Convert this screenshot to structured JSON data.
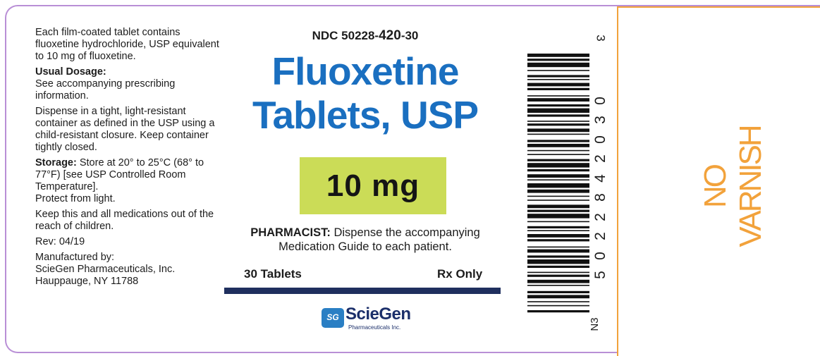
{
  "left_panel": {
    "composition": "Each film-coated tablet contains fluoxetine hydrochloride, USP equivalent to 10 mg of fluoxetine.",
    "dosage_heading": "Usual Dosage:",
    "dosage_text": "See accompanying prescribing information.",
    "dispense_text": "Dispense in a tight, light-resistant container as defined in the USP using a child-resistant closure. Keep container tightly closed.",
    "storage_heading": "Storage:",
    "storage_text": "Store at 20° to 25°C (68° to 77°F) [see USP Controlled Room Temperature].",
    "protect_text": "Protect from light.",
    "children_text": "Keep this and all medications out of the reach of children.",
    "rev": "Rev: 04/19",
    "manufactured_by": "Manufactured by:",
    "manufacturer": "ScieGen Pharmaceuticals, Inc.",
    "address": "Hauppauge, NY 11788"
  },
  "center_panel": {
    "ndc_prefix": "NDC 50228-",
    "ndc_product": "420",
    "ndc_suffix": "-30",
    "title_line1": "Fluoxetine",
    "title_line2": "Tablets, USP",
    "strength": "10 mg",
    "pharmacist_heading": "PHARMACIST:",
    "pharmacist_line1": " Dispense the accompanying",
    "pharmacist_line2": "Medication Guide to each patient.",
    "count": "30 Tablets",
    "rx": "Rx Only",
    "logo_mark": "SG",
    "logo_name": "ScieGen",
    "logo_sub": "Pharmaceuticals Inc."
  },
  "barcode": {
    "top_digit": "3",
    "digits": [
      "5",
      "0",
      "2",
      "2",
      "8",
      "4",
      "2",
      "0",
      "3",
      "0"
    ],
    "bottom_digits": "N3"
  },
  "varnish_panel": {
    "text": "NO VARNISH"
  },
  "colors": {
    "title_blue": "#1a6fc0",
    "strength_highlight": "#cbdc57",
    "rule_navy": "#1f2f5e",
    "varnish_orange": "#f2a23b",
    "border_purple": "#b98fd6"
  }
}
